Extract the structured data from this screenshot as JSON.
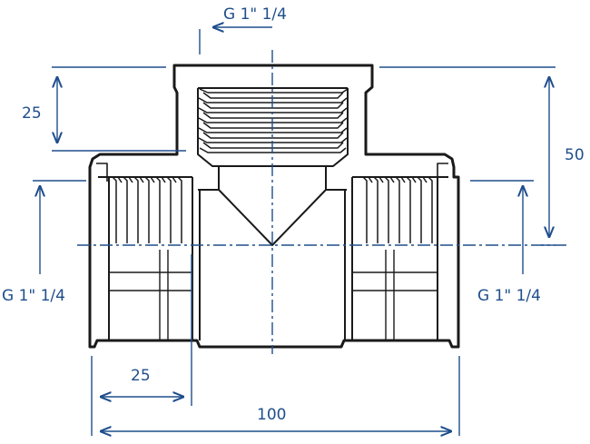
{
  "colors": {
    "outline": "#1a1a1a",
    "dimension": "#1f4e8c",
    "background": "#ffffff"
  },
  "labels": {
    "top_thread": "G 1\" 1/4",
    "left_thread": "G 1\" 1/4",
    "right_thread": "G 1\" 1/4",
    "top_branch_depth": "25",
    "height": "50",
    "left_thread_depth": "25",
    "total_length": "100"
  }
}
